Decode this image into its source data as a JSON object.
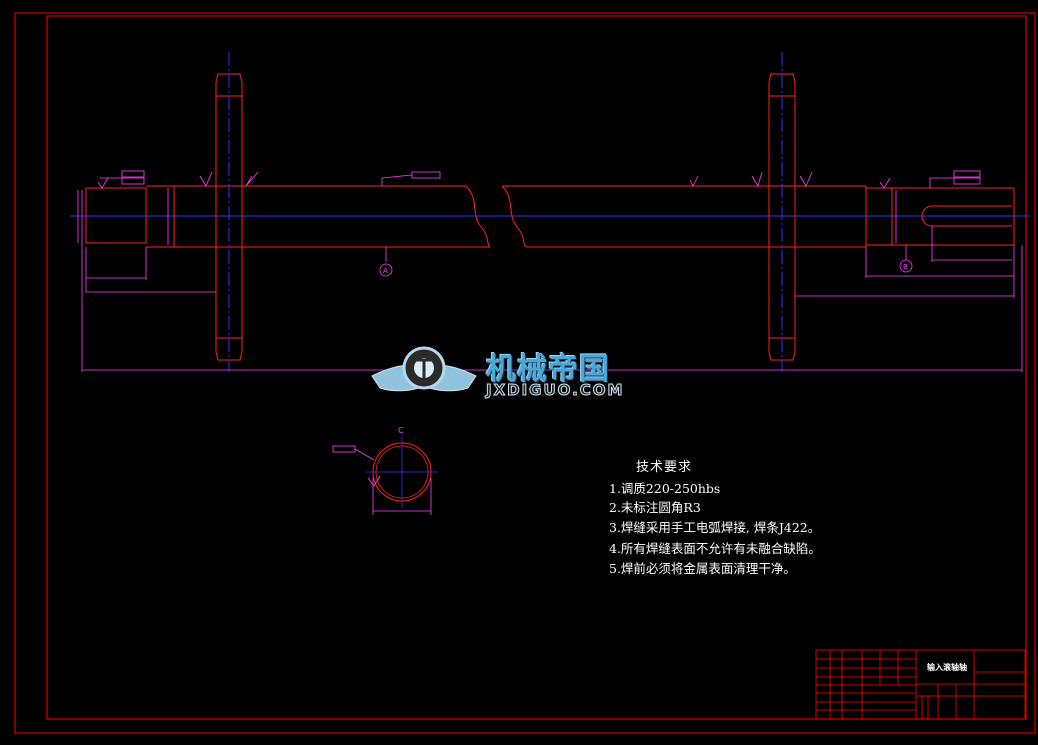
{
  "technical_requirements": {
    "title": "技术要求",
    "items": [
      "1.调质220-250hbs",
      "2.未标注圆角R3",
      "3.焊缝采用手工电弧焊接, 焊条J422。",
      "4.所有焊缝表面不允许有未融合缺陷。",
      "5.焊前必须将金属表面清理干净。"
    ]
  },
  "title_block": {
    "part_name": "输入滚轴轴"
  },
  "watermark": {
    "brand_cn": "机械帝国",
    "brand_en": "JXDIGUO.COM"
  },
  "datum_labels": {
    "a": "A",
    "b": "B",
    "section": "C"
  },
  "colors": {
    "frame": "#ff0000",
    "centerline": "#3030ff",
    "dimension": "#ff40ff",
    "outline": "#ff2020",
    "text": "#ffffff"
  }
}
